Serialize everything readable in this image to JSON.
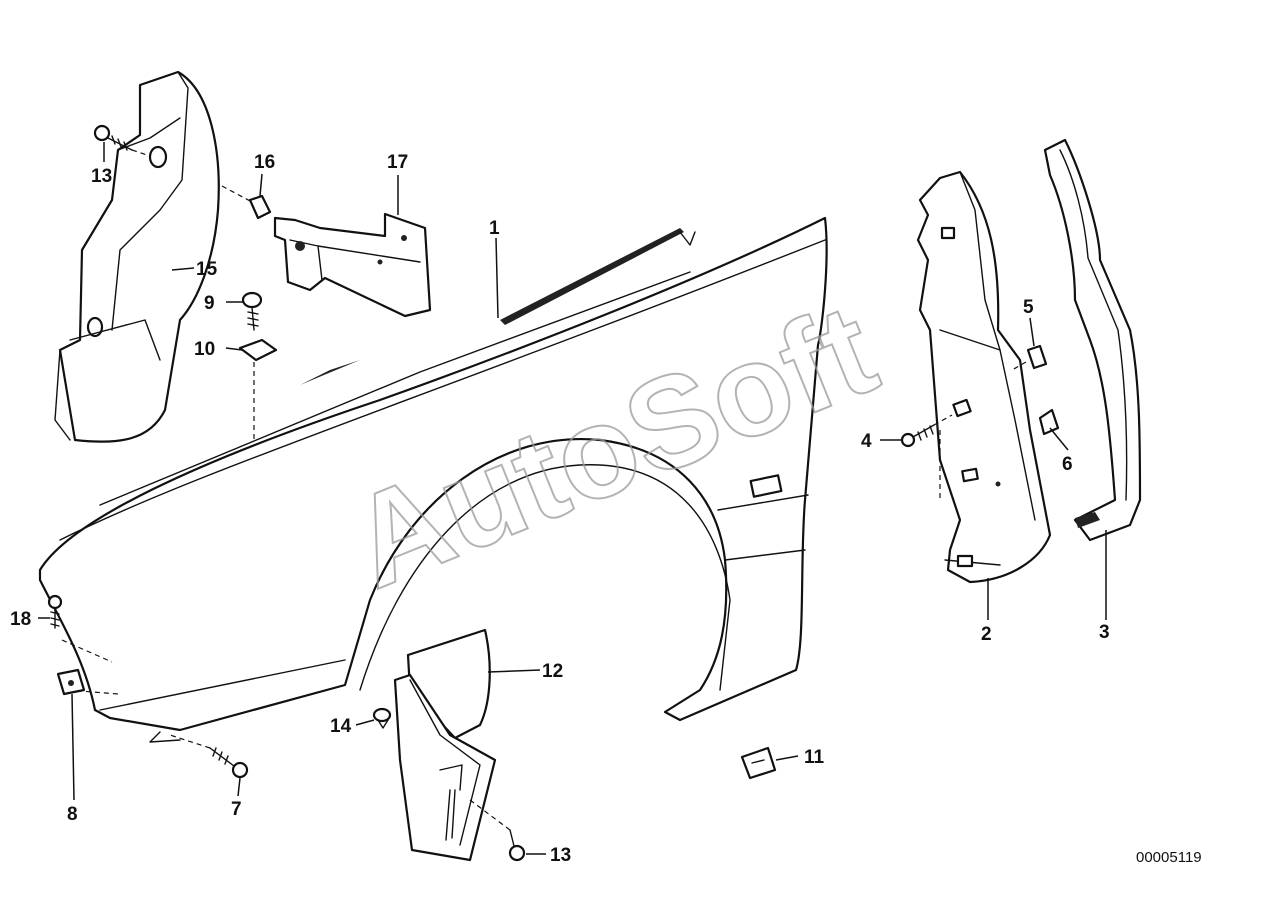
{
  "watermark": "AutoSoft",
  "reference_code": "00005119",
  "callouts": {
    "c1": "1",
    "c2": "2",
    "c3": "3",
    "c4": "4",
    "c5": "5",
    "c6": "6",
    "c7": "7",
    "c8": "8",
    "c9": "9",
    "c10": "10",
    "c11": "11",
    "c12": "12",
    "c13a": "13",
    "c13b": "13",
    "c14": "14",
    "c15": "15",
    "c16": "16",
    "c17": "17",
    "c18": "18"
  }
}
